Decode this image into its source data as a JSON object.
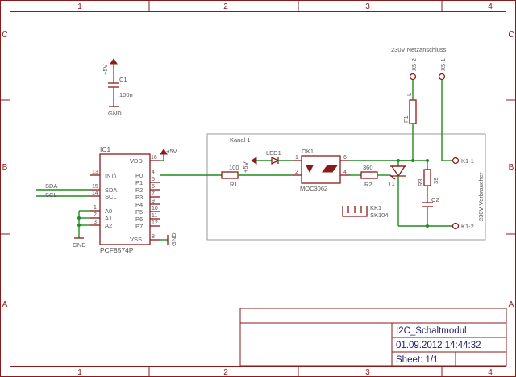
{
  "zones": {
    "columns": [
      "1",
      "2",
      "3",
      "4"
    ],
    "rows": [
      "C",
      "B",
      "A"
    ]
  },
  "colors": {
    "frame": "#8b1a1a",
    "wire": "#1e8c1e",
    "text": "#555555",
    "title_text": "#1e1e6e",
    "module_box": "#9a9a9a"
  },
  "labels": {
    "supply_c1": "+5V",
    "c1_name": "C1",
    "c1_value": "100n",
    "gnd_c1": "GND",
    "ic1_name": "IC1",
    "ic1_part": "PCF8574P",
    "supply_ic1": "+5V",
    "gnd_ic1": "GND",
    "gnd_a": "GND",
    "sda_net": "SDA",
    "scl_net": "SCL",
    "module_label": "Kanal 1",
    "r1_value": "100",
    "r1_name": "R1",
    "supply_led": "+5V",
    "led1_name": "LED1",
    "ok1_name": "OK1",
    "ok1_part": "MOC3062",
    "r2_value": "360",
    "r2_name": "R2",
    "t1_name": "T1",
    "r3_name": "R3",
    "r3_value": "39",
    "c2_name": "C2",
    "f1_name": "F1",
    "kk1_name": "KK1",
    "kk1_part": "SK104",
    "net_l": "L",
    "net_x5_2": "X5-2",
    "net_x5_1": "X5-1",
    "mains_label": "230V Netzanschluss",
    "load_label": "230V Verbraucher",
    "k1_1": "K1-1",
    "k1_2": "K1-2"
  },
  "ic1_pins": {
    "vdd": {
      "name": "VDD",
      "num": "16"
    },
    "int": {
      "name": "INT\\",
      "num": "13"
    },
    "sda": {
      "name": "SDA",
      "num": "15"
    },
    "scl": {
      "name": "SCL",
      "num": "14"
    },
    "a0": {
      "name": "A0",
      "num": "1"
    },
    "a1": {
      "name": "A1",
      "num": "2"
    },
    "a2": {
      "name": "A2",
      "num": "3"
    },
    "vss": {
      "name": "VSS",
      "num": "8"
    },
    "p0": {
      "name": "P0",
      "num": "4"
    },
    "p1": {
      "name": "P1",
      "num": "5"
    },
    "p2": {
      "name": "P2",
      "num": "6"
    },
    "p3": {
      "name": "P3",
      "num": "7"
    },
    "p4": {
      "name": "P4",
      "num": "9"
    },
    "p5": {
      "name": "P5",
      "num": "10"
    },
    "p6": {
      "name": "P6",
      "num": "11"
    },
    "p7": {
      "name": "P7",
      "num": "12"
    }
  },
  "ok1_pins": {
    "p1": "1",
    "p2": "2",
    "p4": "4",
    "p6": "6"
  },
  "title_block": {
    "name": "I2C_Schaltmodul",
    "datetime": "01.09.2012 14:44:32",
    "sheet": "Sheet: 1/1"
  }
}
